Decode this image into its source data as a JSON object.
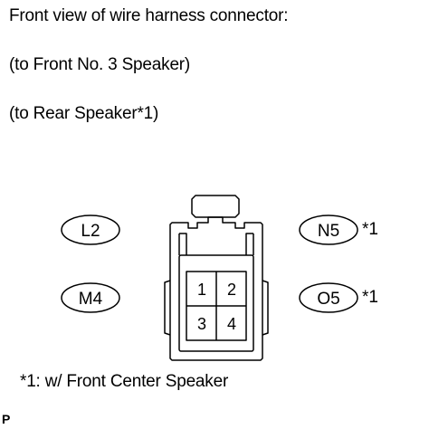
{
  "heading": {
    "line1": "Front view of wire harness connector:",
    "line2": "(to Front No. 3 Speaker)",
    "line3": "(to Rear Speaker*1)"
  },
  "connector": {
    "pins": [
      "1",
      "2",
      "3",
      "4"
    ]
  },
  "labels": {
    "left_top": "L2",
    "left_bottom": "M4",
    "right_top": "N5",
    "right_bottom": "O5",
    "right_top_note": "*1",
    "right_bottom_note": "*1"
  },
  "footnote": "*1: w/ Front Center Speaker",
  "ref_code": "P"
}
